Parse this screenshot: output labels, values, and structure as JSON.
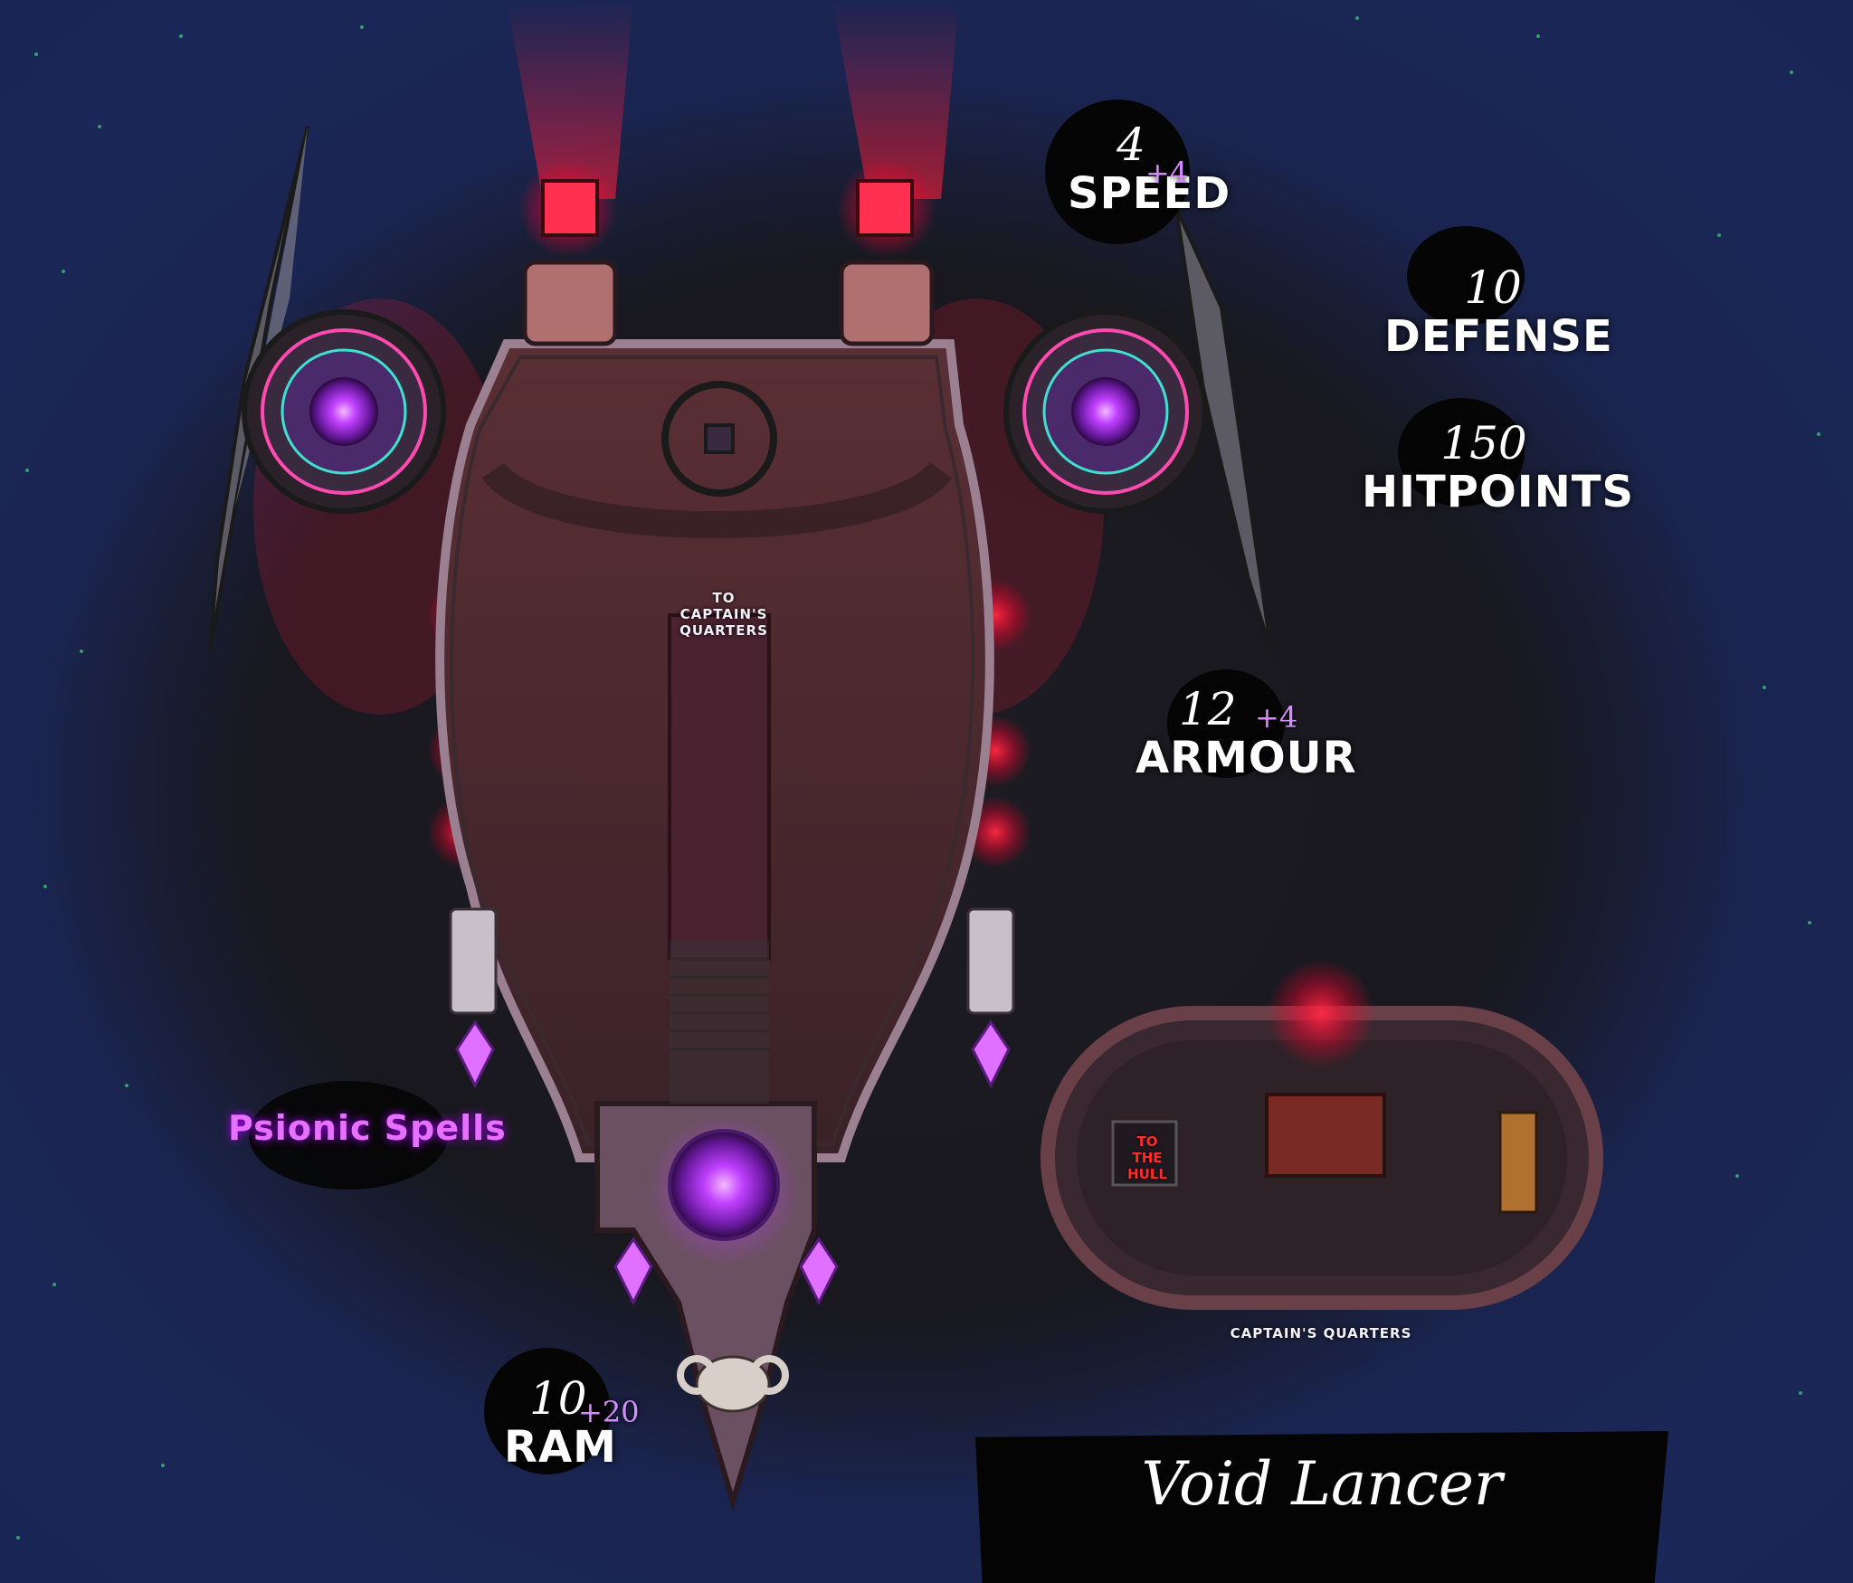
{
  "title": "Void Lancer",
  "stats": {
    "speed": {
      "value": "4",
      "modifier": "+4",
      "label": "SPEED"
    },
    "defense": {
      "value": "10",
      "label": "DEFENSE"
    },
    "hitpoints": {
      "value": "150",
      "label": "HITPOINTS"
    },
    "armour": {
      "value": "12",
      "modifier": "+4",
      "label": "ARMOUR"
    },
    "ram": {
      "value": "10",
      "modifier": "+20",
      "label": "RAM"
    }
  },
  "labels": {
    "psionic_spells": "Psionic Spells",
    "to_captains_quarters_line1": "TO",
    "to_captains_quarters_line2": "CAPTAIN'S QUARTERS",
    "to_the_hull_line1": "TO",
    "to_the_hull_line2": "THE HULL",
    "captains_quarters": "CAPTAIN'S QUARTERS"
  },
  "colors": {
    "engine_glow": "#ff1e3c",
    "psionic_purple": "#c040ff",
    "space_blue": "#1a2758",
    "hull_wood": "#4a2a2e"
  },
  "icons": [
    "skull-icon",
    "ram-skull-icon",
    "psionic-orb-icon",
    "crystal-icon",
    "engine-icon"
  ]
}
